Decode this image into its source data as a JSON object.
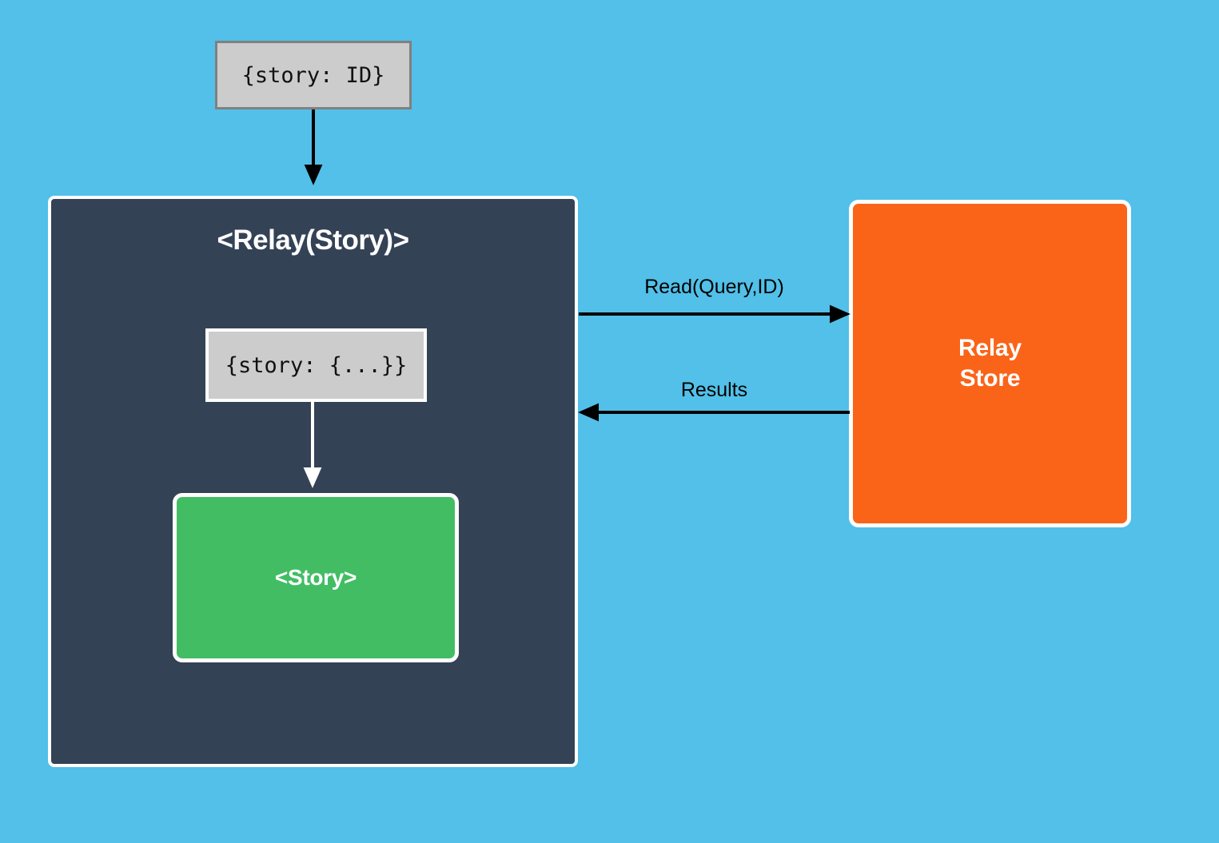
{
  "diagram": {
    "background_color": "#52c0e8",
    "top_prop_box": {
      "text": "{story: ID}",
      "fill": "#cccccc",
      "border": "#808080"
    },
    "relay_container": {
      "title": "<Relay(Story)>",
      "fill": "#344256",
      "border": "#ffffff",
      "inner_prop_box": {
        "text": "{story: {...}}",
        "fill": "#cccccc",
        "border": "#ffffff"
      },
      "story_box": {
        "label": "<Story>",
        "fill": "#42bd64",
        "border": "#ffffff"
      }
    },
    "store_box": {
      "label_line1": "Relay",
      "label_line2": "Store",
      "fill": "#fa6419",
      "border": "#ffffff"
    },
    "edges": [
      {
        "name": "read-edge",
        "label": "Read(Query,ID)",
        "direction": "right",
        "color": "#000000"
      },
      {
        "name": "results-edge",
        "label": "Results",
        "direction": "left",
        "color": "#000000"
      },
      {
        "name": "prop-down-edge",
        "label": "",
        "direction": "down",
        "color": "#000000"
      },
      {
        "name": "inner-prop-down-edge",
        "label": "",
        "direction": "down",
        "color": "#ffffff"
      }
    ]
  }
}
